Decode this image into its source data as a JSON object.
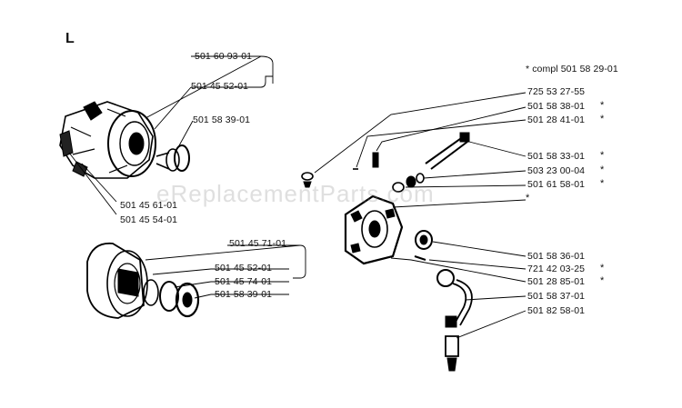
{
  "section_letter": "L",
  "watermark": "eReplacementParts.com",
  "compl_note": "* compl 501 58 29-01",
  "asterisk": "*",
  "left_group_a": {
    "labels": [
      "501 60 93-01",
      "501 45 52-01",
      "501 58 39-01",
      "501 45 61-01",
      "501 45 54-01"
    ]
  },
  "left_group_b": {
    "labels": [
      "501 45 71-01",
      "501 45 52-01",
      "501 45 74-01",
      "501 58 39-01"
    ]
  },
  "right_group": {
    "labels": [
      "725 53 27-55",
      "501 58 38-01",
      "501 28 41-01",
      "501 58 33-01",
      "503 23 00-04",
      "501 61 58-01",
      "501 58 36-01",
      "721 42 03-25",
      "501 28 85-01",
      "501 58 37-01",
      "501 82 58-01"
    ]
  }
}
